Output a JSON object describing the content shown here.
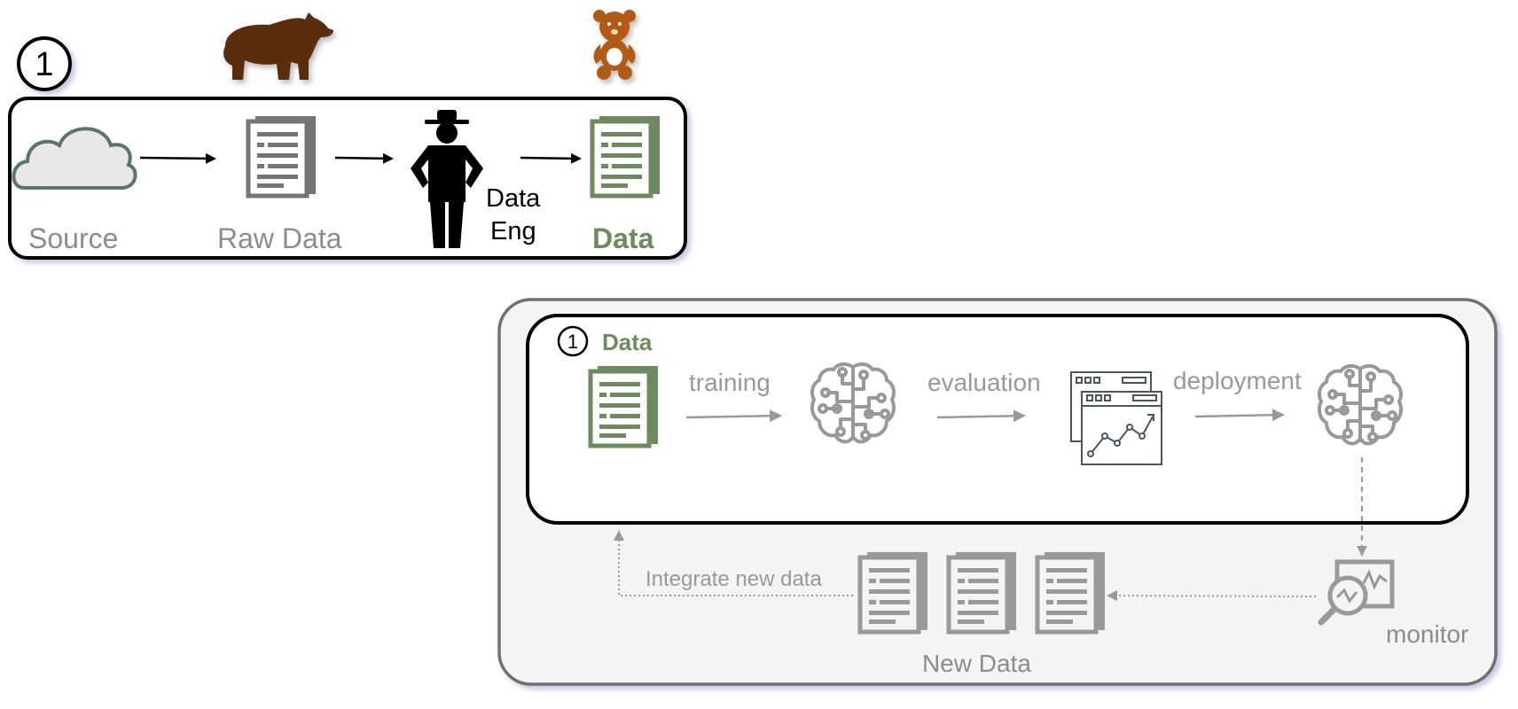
{
  "top_panel": {
    "step_number": "1",
    "source_label": "Source",
    "raw_data_label": "Raw Data",
    "engineer_label_line1": "Data",
    "engineer_label_line2": "Eng",
    "data_label": "Data"
  },
  "pipeline_panel": {
    "step_number": "1",
    "data_label": "Data",
    "training_label": "training",
    "evaluation_label": "evaluation",
    "deployment_label": "deployment",
    "integrate_label": "Integrate new data",
    "new_data_label": "New Data",
    "monitor_label": "monitor"
  },
  "colors": {
    "green": "#6e8a5f",
    "gray": "#999999",
    "bear_brown": "#5a2e08",
    "teddy_orange": "#b35a12"
  },
  "icons": {
    "cloud": "cloud-icon",
    "raw_doc": "document-icon",
    "engineer": "engineer-icon",
    "data_doc": "document-icon",
    "bear": "bear-icon",
    "teddy": "teddy-bear-icon",
    "brain": "brain-circuit-icon",
    "dashboard": "dashboard-chart-icon",
    "monitor": "monitor-magnifier-icon"
  }
}
